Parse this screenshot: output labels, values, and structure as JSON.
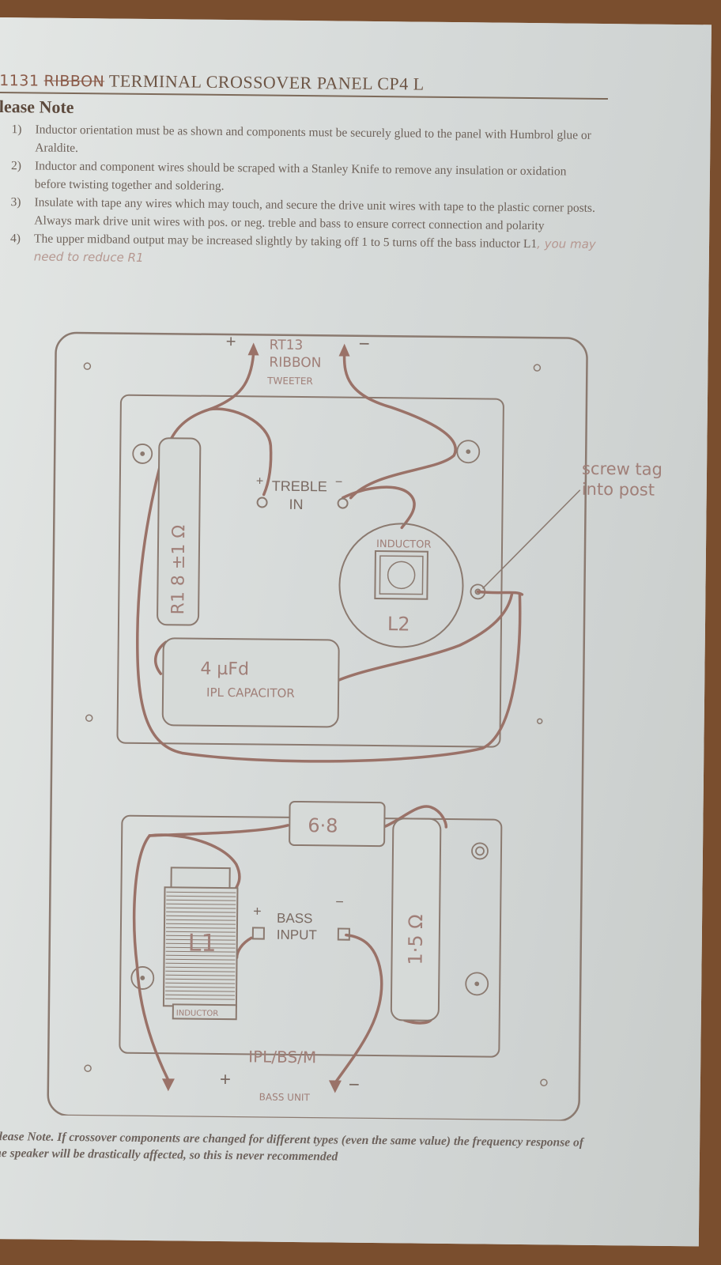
{
  "title": {
    "handwritten_prefix": "1131",
    "handwritten_crossed": "RIBBON",
    "text": "TERMINAL CROSSOVER PANEL CP4 L"
  },
  "subtitle": "lease Note",
  "notes": [
    {
      "num": "1)",
      "text": "Inductor orientation must be as shown and components must be securely glued to the panel with Humbrol glue or Araldite."
    },
    {
      "num": "2)",
      "text": "Inductor and component wires should be scraped with a Stanley Knife to remove any insulation or oxidation before twisting together and soldering."
    },
    {
      "num": "3)",
      "text": "Insulate with tape any wires which may touch, and secure the drive unit wires with tape to the plastic corner posts. Always mark drive unit wires with pos. or neg. treble and bass to ensure correct connection and polarity"
    },
    {
      "num": "4)",
      "text": "The upper midband output may be increased slightly by taking off 1 to 5 turns off the bass inductor L1",
      "handwritten": ", you may need to reduce R1"
    }
  ],
  "diagram": {
    "tweeter_plus": "+",
    "tweeter_minus": "−",
    "tweeter_label": [
      "RT13",
      "RIBBON",
      "TWEETER"
    ],
    "r1_label": "R1  8 ±1 Ω",
    "treble_plus": "+",
    "treble_minus": "−",
    "treble_label": [
      "TREBLE",
      "IN"
    ],
    "inductor_label": "INDUCTOR",
    "l2_label": "L2",
    "screw_note": [
      "screw tag",
      "into post"
    ],
    "capacitor_value": "4  μFd",
    "capacitor_label": "IPL CAPACITOR",
    "resistor_68": "6·8",
    "resistor_15": "1·5 Ω",
    "bass_plus": "+",
    "bass_minus": "−",
    "bass_label": [
      "BASS",
      "INPUT"
    ],
    "l1_label": "L1",
    "l1_sub": "INDUCTOR",
    "bass_unit_code": "IPL/BS/M",
    "bass_out_plus": "+",
    "bass_out_minus": "−",
    "bass_unit_label": "BASS UNIT"
  },
  "footer": "Please Note. If crossover components are changed for different types (even the same value) the frequency response of the speaker will be drastically affected, so this is never recommended",
  "colors": {
    "paper": "#d8dcdb",
    "wire": "#9a7268",
    "print": "#7a6a62"
  }
}
